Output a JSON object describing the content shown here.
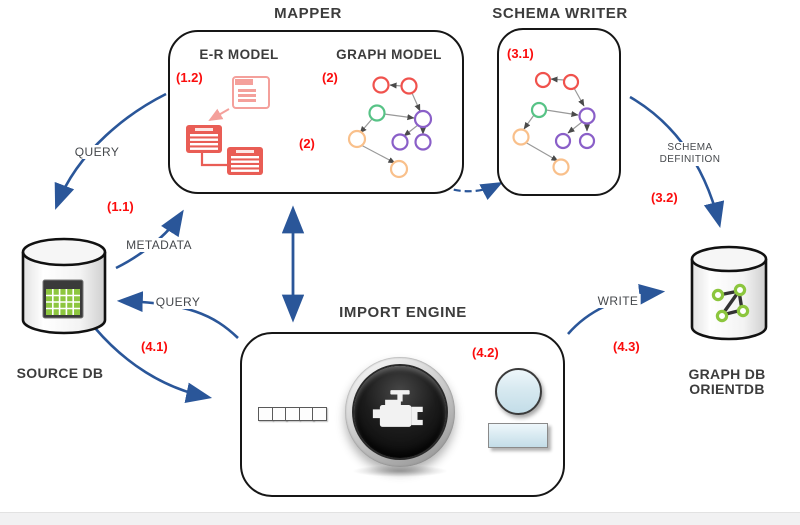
{
  "titles": {
    "mapper": "MAPPER",
    "schema_writer": "SCHEMA WRITER",
    "er_model": "E-R MODEL",
    "graph_model": "GRAPH MODEL",
    "import_engine": "IMPORT ENGINE",
    "source_db": "SOURCE DB",
    "graph_db": "GRAPH DB",
    "orientdb": "ORIENTDB"
  },
  "arrow_labels": {
    "query_mapper": "QUERY",
    "metadata": "METADATA",
    "query_import": "QUERY",
    "write": "WRITE",
    "schema": "SCHEMA",
    "definition": "DEFINITION"
  },
  "steps": {
    "s1_1": "(1.1)",
    "s1_2": "(1.2)",
    "s2_arrow": "(2)",
    "s2_model": "(2)",
    "s3_1": "(3.1)",
    "s3_2": "(3.2)",
    "s4_1": "(4.1)",
    "s4_2": "(4.2)",
    "s4_3": "(4.3)"
  },
  "colors": {
    "arrow_blue": "#2a5699",
    "step_red": "#fb0c0c",
    "label_gray": "#45484c",
    "box_border": "#161616",
    "er_icon_red": "#e95d55",
    "er_icon_light_red": "#f4a09b",
    "node_red": "#f0524d",
    "node_green": "#57c386",
    "node_purple": "#8a5fc8",
    "node_orange": "#f9c08b",
    "edge_gray": "#8a8a8a",
    "db_table_green": "#8dc63f",
    "db_graph_green": "#8cc63e",
    "widget_blue_light": "#eef7fb",
    "widget_blue": "#c3dde8"
  }
}
